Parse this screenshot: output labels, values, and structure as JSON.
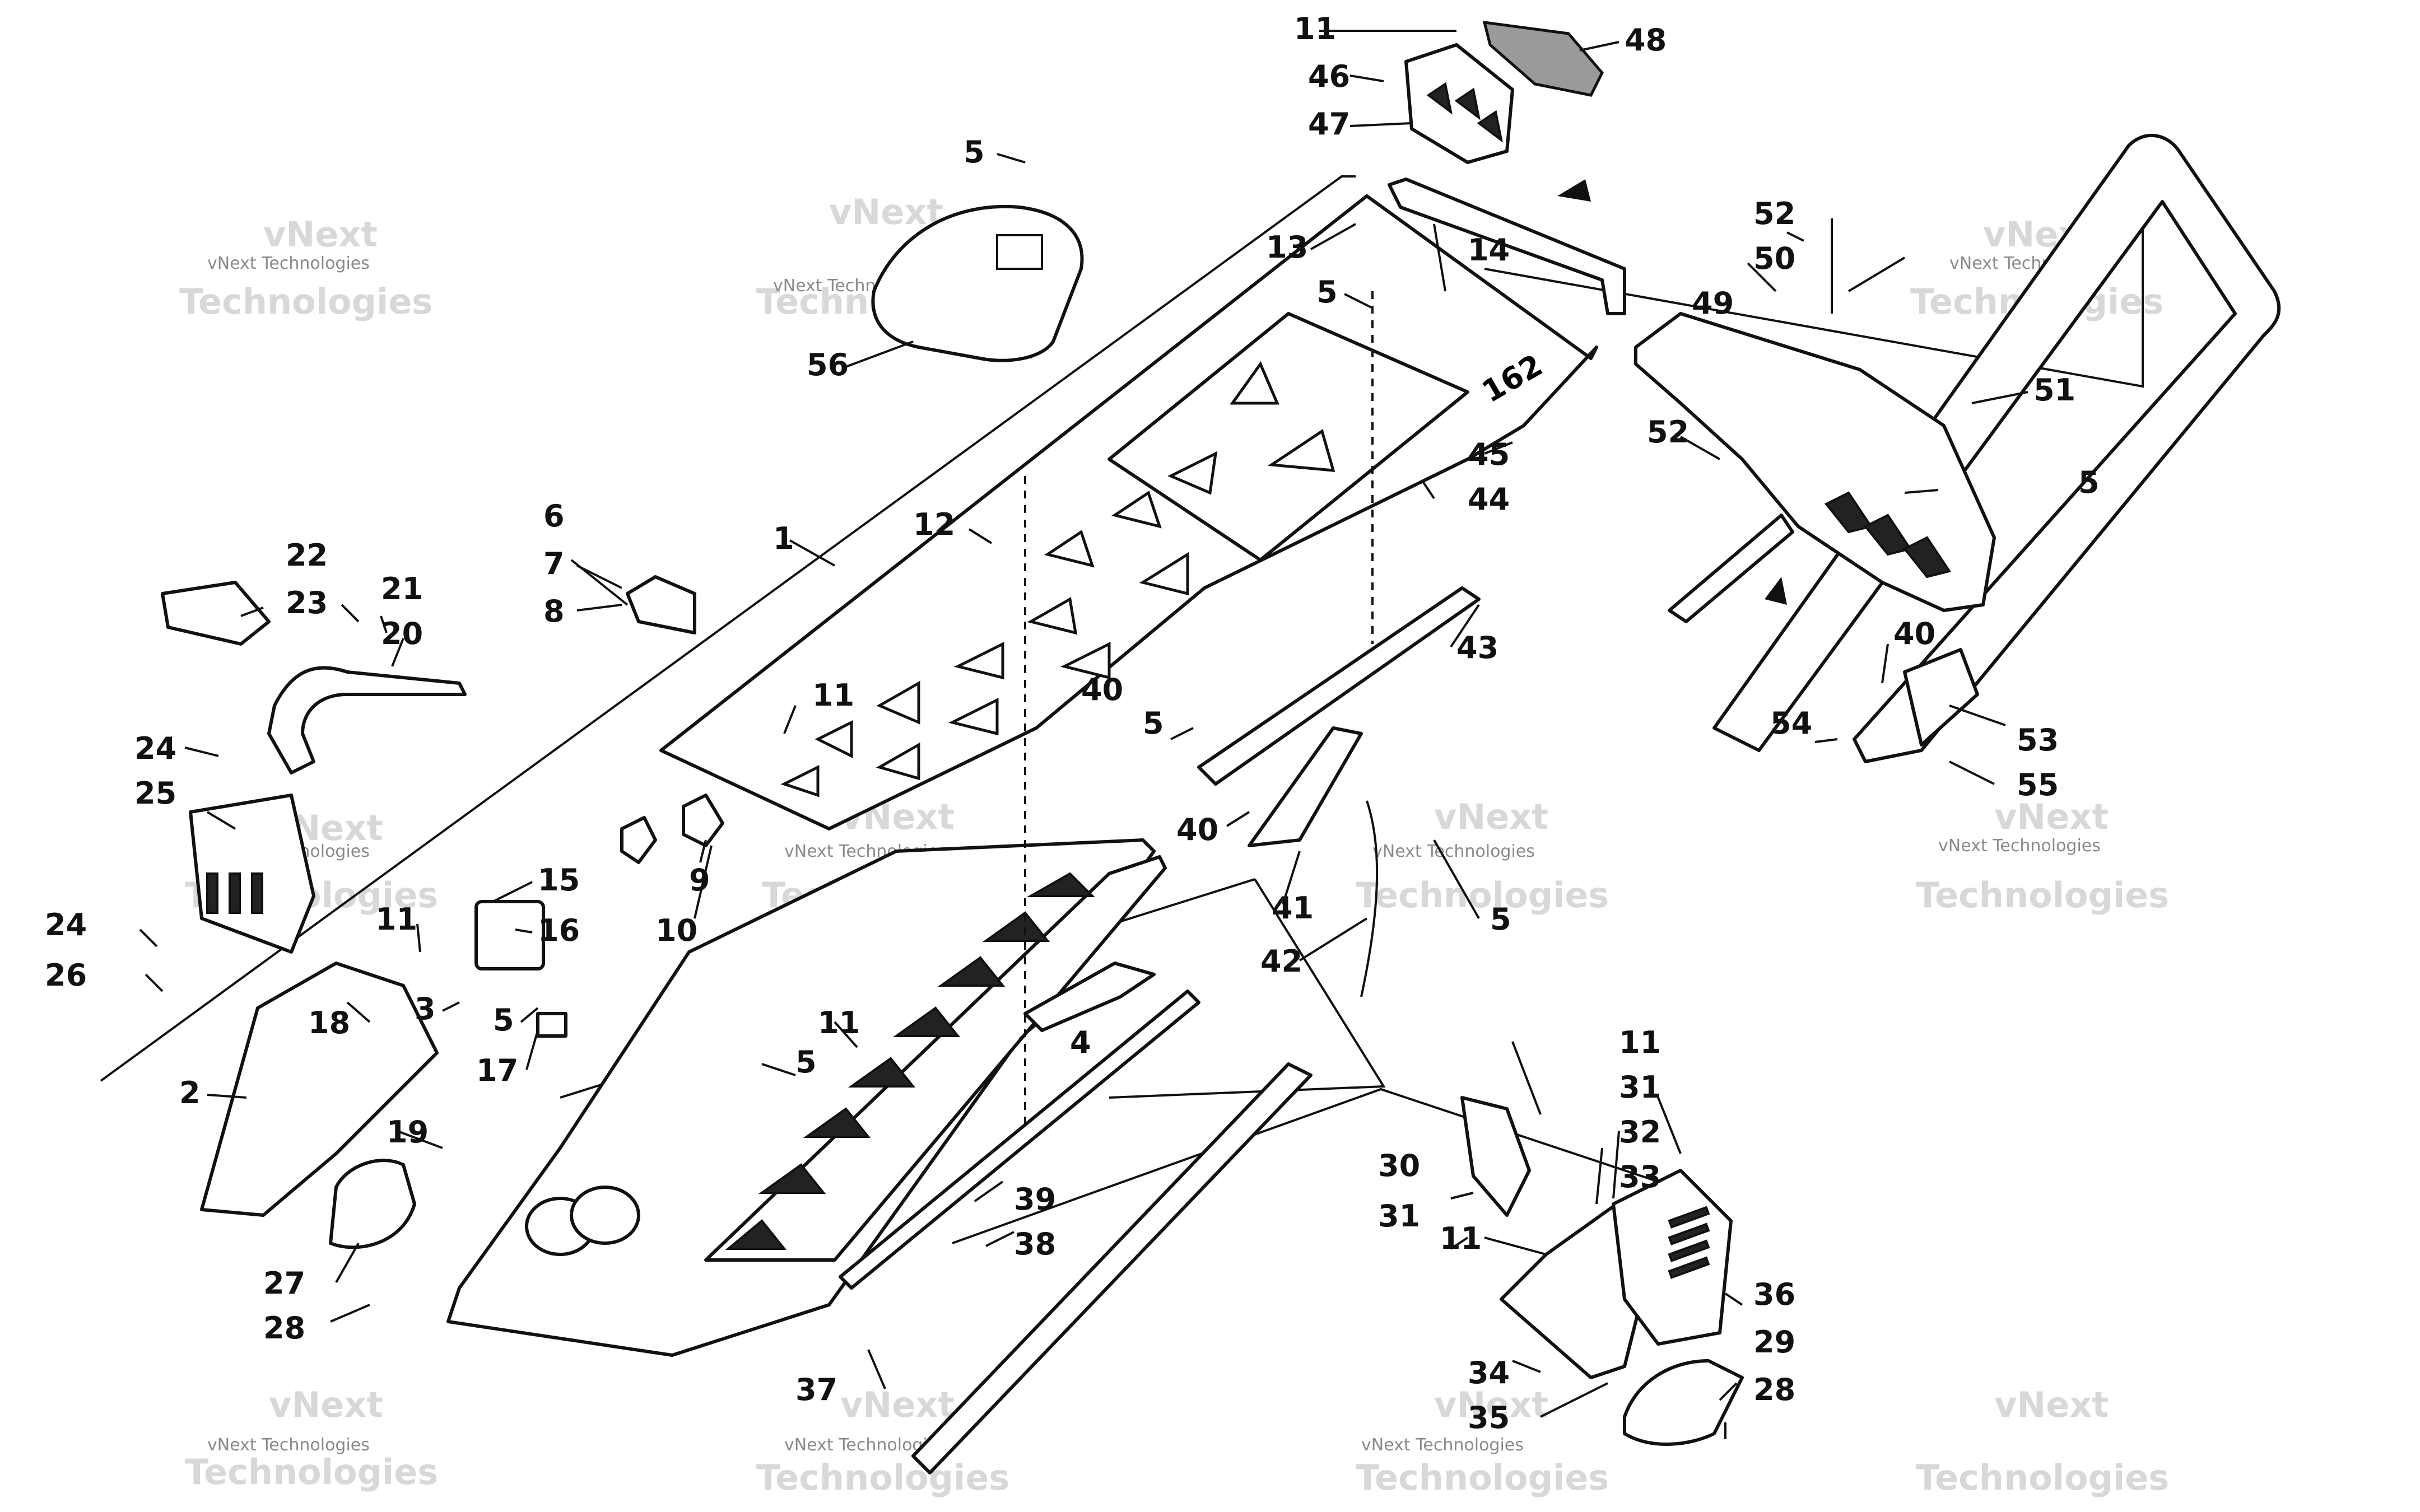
{
  "watermark": {
    "line1": "vNext",
    "line2": "Technologies",
    "full": "vNext Technologies"
  },
  "labels": {
    "l1": "1",
    "l2": "2",
    "l3": "3",
    "l4": "4",
    "l5": "5",
    "l6": "6",
    "l7": "7",
    "l8": "8",
    "l9": "9",
    "l10": "10",
    "l11": "11",
    "l12": "12",
    "l13": "13",
    "l14": "14",
    "l15": "15",
    "l16": "16",
    "l17": "17",
    "l18": "18",
    "l19": "19",
    "l20": "20",
    "l21": "21",
    "l22": "22",
    "l23": "23",
    "l24": "24",
    "l25": "25",
    "l26": "26",
    "l27": "27",
    "l28": "28",
    "l29": "29",
    "l30": "30",
    "l31": "31",
    "l32": "32",
    "l33": "33",
    "l34": "34",
    "l35": "35",
    "l36": "36",
    "l37": "37",
    "l38": "38",
    "l39": "39",
    "l40": "40",
    "l41": "41",
    "l42": "42",
    "l43": "43",
    "l44": "44",
    "l45": "45",
    "l46": "46",
    "l47": "47",
    "l48": "48",
    "l49": "49",
    "l50": "50",
    "l51": "51",
    "l52": "52",
    "l53": "53",
    "l54": "54",
    "l55": "55",
    "l56": "56"
  },
  "decal_text": "162"
}
